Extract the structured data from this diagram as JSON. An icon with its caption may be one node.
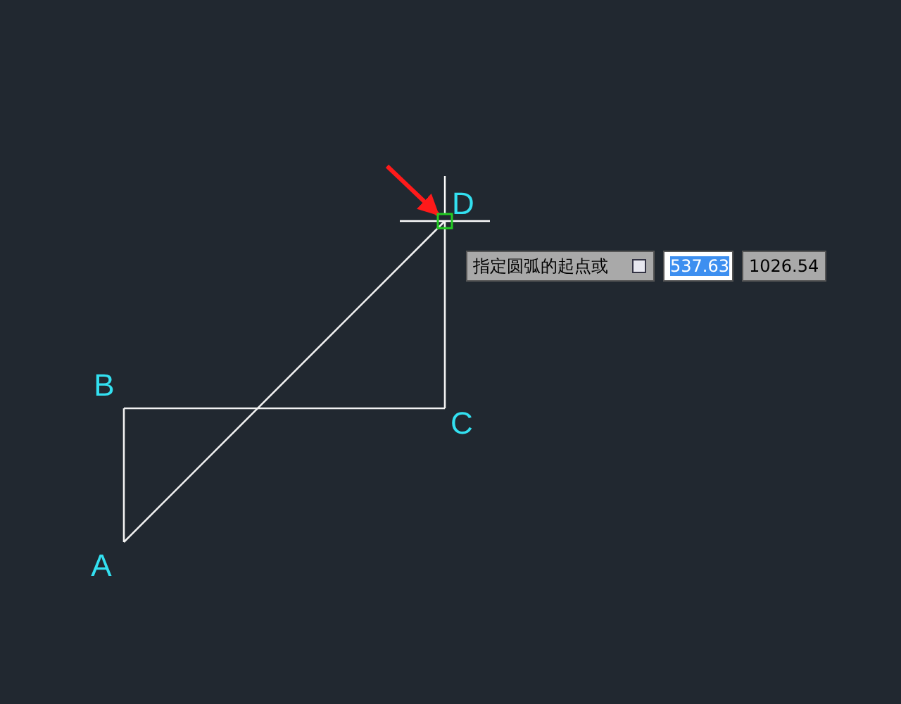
{
  "diagram": {
    "nodes": [
      {
        "text": [
          "A"
        ]
      },
      {
        "text": [
          "B"
        ]
      },
      {
        "text": [
          "C"
        ]
      },
      {
        "text": [
          "D"
        ]
      },
      {
        "text": [],
        "shape": "box"
      }
    ],
    "edges": [
      {
        "from": 0,
        "to": 1,
        "arrow": "none"
      },
      {
        "from": 1,
        "to": 2,
        "arrow": "none"
      },
      {
        "from": 2,
        "to": 3,
        "arrow": "none"
      },
      {
        "from": 0,
        "to": 3,
        "arrow": "none"
      },
      {
        "from": null,
        "to": 4,
        "arrow": "to",
        "style": "thick",
        "color": "#ff1a1a"
      }
    ],
    "labels": [
      "指定圆弧的起点或",
      "537.63",
      "1026.54"
    ]
  }
}
